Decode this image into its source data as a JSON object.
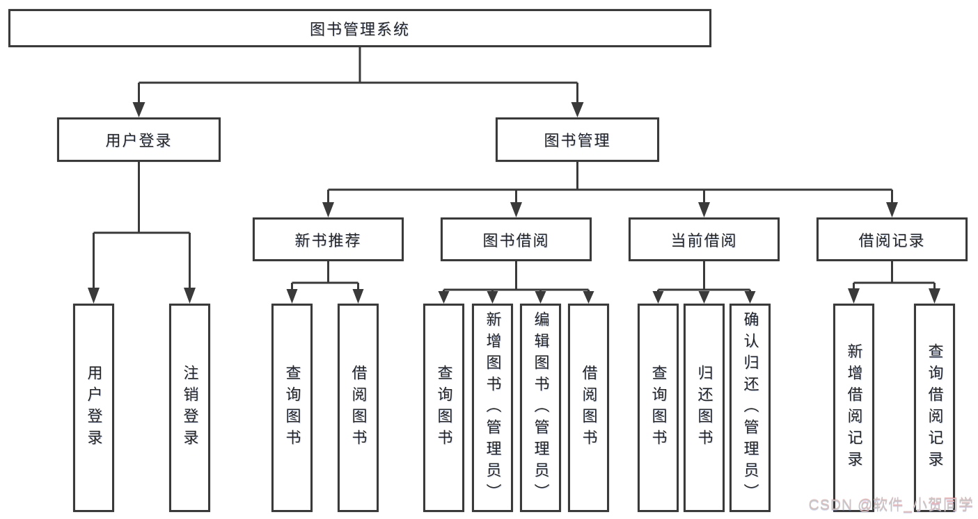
{
  "watermark": "CSDN @软件_小贺同学",
  "colors": {
    "line": "#3a3a3a",
    "box_background": "#ffffff",
    "text": "#242424",
    "watermark_text": "#c6c6c6"
  },
  "tree": {
    "label": "图书管理系统",
    "children": [
      {
        "label": "用户登录",
        "children": [
          {
            "label": "用户登录"
          },
          {
            "label": "注销登录"
          }
        ]
      },
      {
        "label": "图书管理",
        "children": [
          {
            "label": "新书推荐",
            "children": [
              {
                "label": "查询图书"
              },
              {
                "label": "借阅图书"
              }
            ]
          },
          {
            "label": "图书借阅",
            "children": [
              {
                "label": "查询图书"
              },
              {
                "label": "新增图书（管理员）"
              },
              {
                "label": "编辑图书（管理员）"
              },
              {
                "label": "借阅图书"
              }
            ]
          },
          {
            "label": "当前借阅",
            "children": [
              {
                "label": "查询图书"
              },
              {
                "label": "归还图书"
              },
              {
                "label": "确认归还（管理员）"
              }
            ]
          },
          {
            "label": "借阅记录",
            "children": [
              {
                "label": "新增借阅记录"
              },
              {
                "label": "查询借阅记录"
              }
            ]
          }
        ]
      }
    ]
  }
}
